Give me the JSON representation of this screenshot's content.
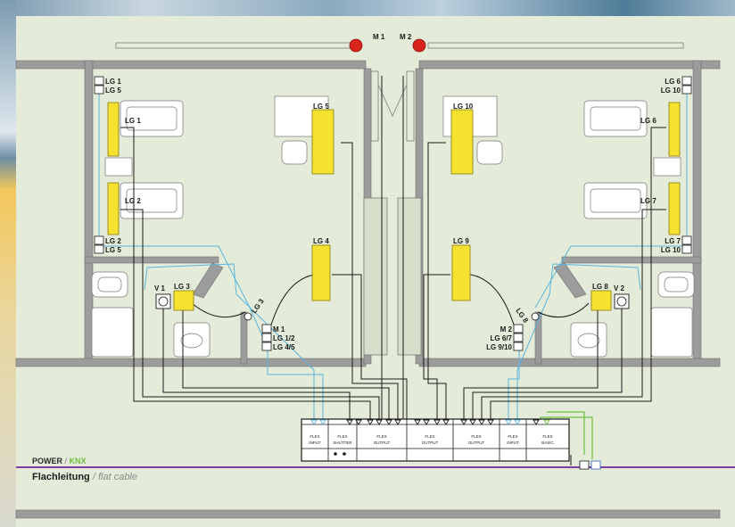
{
  "colors": {
    "background": "#e4ecd9",
    "wall": "#9c9c9c",
    "luminaire": "#f4e22f",
    "motor": "#d9241c",
    "sensor_line": "#5ab4dc",
    "knx": "#6fbf3e",
    "power": "#7a3fa0",
    "cable": "#1a1a1a"
  },
  "motors": {
    "m1": "M 1",
    "m2": "M 2"
  },
  "luminaires": {
    "lg1": "LG 1",
    "lg2": "LG 2",
    "lg3": "LG 3",
    "lg4": "LG 4",
    "lg5": "LG 5",
    "lg6": "LG 6",
    "lg7": "LG 7",
    "lg8": "LG 8",
    "lg9": "LG 9",
    "lg10": "LG 10"
  },
  "switches": {
    "left_top": [
      "LG 1",
      "LG 5"
    ],
    "left_bottom": [
      "LG 2",
      "LG 5"
    ],
    "right_top": [
      "LG 6",
      "LG 10"
    ],
    "right_bottom": [
      "LG 7",
      "LG 10"
    ],
    "left_center": [
      "M 1",
      "LG 1/2",
      "LG 4/5"
    ],
    "right_center": [
      "M 2",
      "LG 6/7",
      "LG 9/10"
    ]
  },
  "valves": {
    "v1": "V 1",
    "v2": "V 2"
  },
  "controller_modules": [
    {
      "name": "FLEX",
      "sub": "INPUT"
    },
    {
      "name": "FLEX",
      "sub": "SHUTTER"
    },
    {
      "name": "FLEX",
      "sub": "OUTPUT"
    },
    {
      "name": "FLEX",
      "sub": "OUTPUT"
    },
    {
      "name": "FLEX",
      "sub": "OUTPUT"
    },
    {
      "name": "FLEX",
      "sub": "INPUT"
    },
    {
      "name": "FLEX",
      "sub": "BASIC"
    }
  ],
  "legend": {
    "power": "POWER",
    "separator": "/",
    "knx": "KNX",
    "flat_cable_de": "Flachleitung",
    "flat_cable_en": "flat cable"
  }
}
